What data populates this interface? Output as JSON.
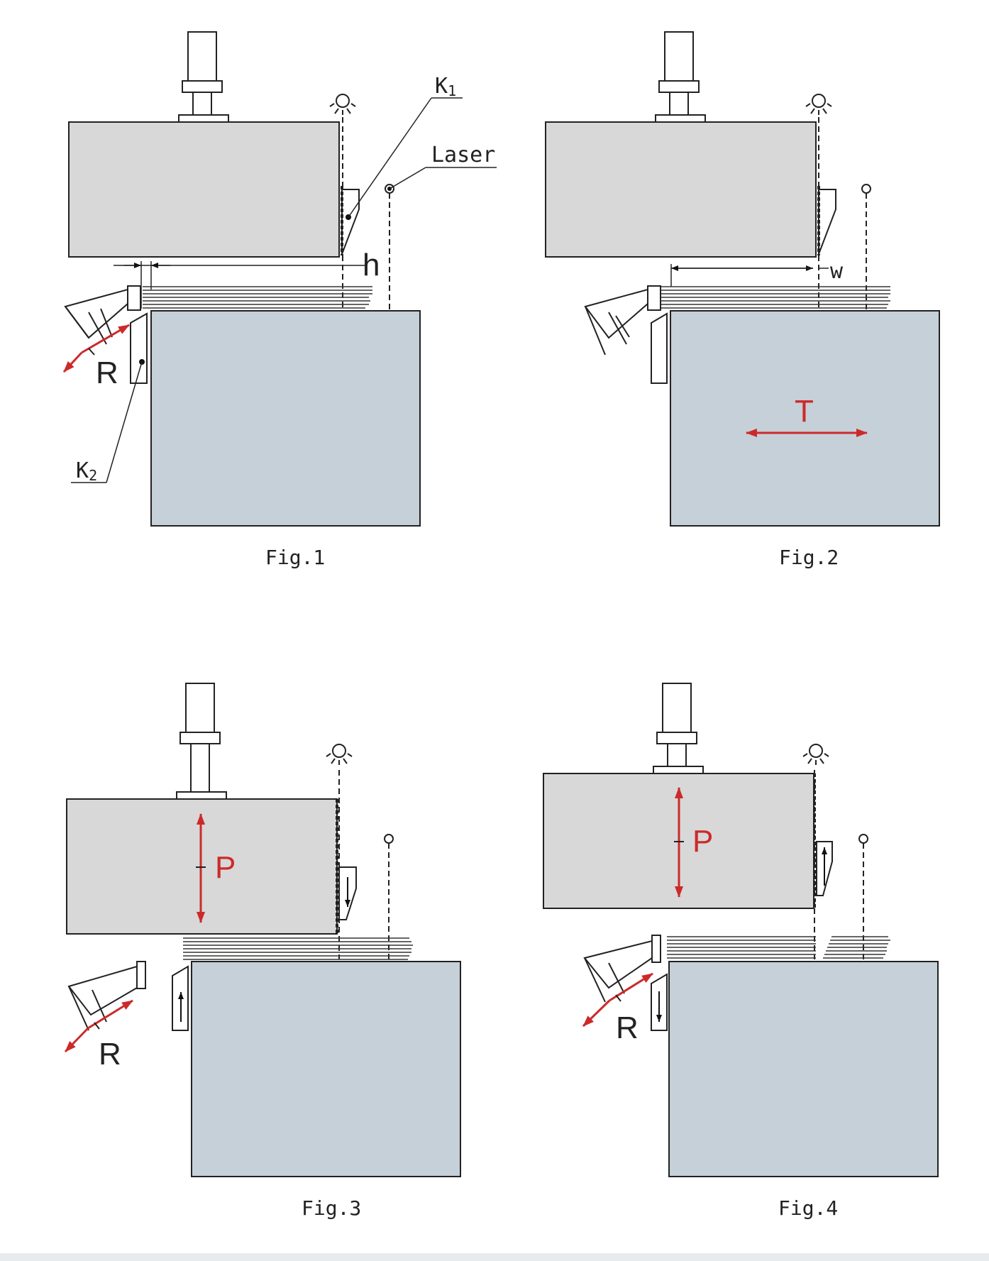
{
  "colors": {
    "beam": "#d8d8d8",
    "table": "#c5d0d8",
    "outline": "#222222",
    "motion": "#cc2a2a"
  },
  "labels": {
    "k1_main": "K",
    "k1_sub": "1",
    "k2_main": "K",
    "k2_sub": "2",
    "laser": "Laser",
    "h": "h",
    "w": "w",
    "R": "R",
    "T": "T",
    "P": "P"
  },
  "figures": [
    {
      "caption": "Fig.1"
    },
    {
      "caption": "Fig.2"
    },
    {
      "caption": "Fig.3"
    },
    {
      "caption": "Fig.4"
    }
  ],
  "icons": {
    "lamp": "lamp-icon",
    "laser_dot": "laser-dot-icon"
  }
}
